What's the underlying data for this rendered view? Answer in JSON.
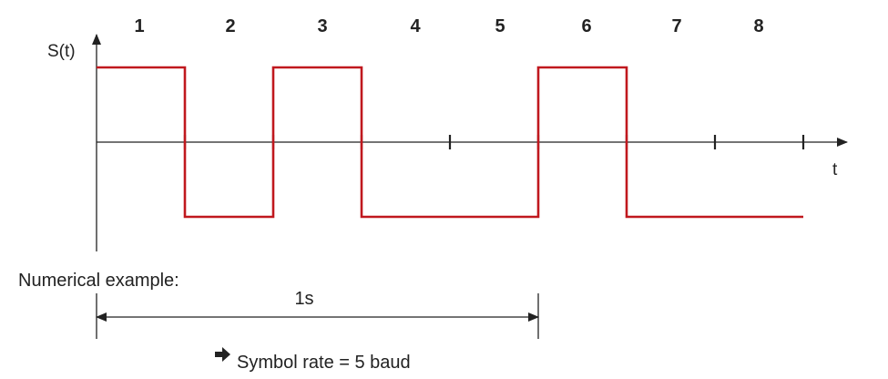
{
  "diagram": {
    "symbol_numbers": [
      "1",
      "2",
      "3",
      "4",
      "5",
      "6",
      "7",
      "8"
    ],
    "signal_levels": [
      1,
      -1,
      1,
      -1,
      -1,
      1,
      -1,
      -1
    ],
    "y_axis_label": "S(t)",
    "x_axis_label": "t",
    "colors": {
      "signal": "#c0181e",
      "axis": "#222222"
    }
  },
  "example": {
    "heading": "Numerical example:",
    "duration_label": "1s",
    "result_arrow_icon": "right-arrow-icon",
    "result": "Symbol rate = 5 baud"
  }
}
